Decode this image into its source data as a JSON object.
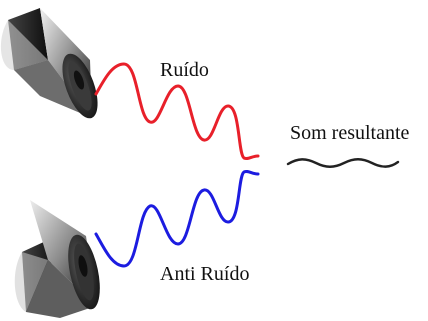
{
  "labels": {
    "noise": "Ruído",
    "anti_noise": "Anti Ruído",
    "result": "Som resultante"
  },
  "colors": {
    "noise_wave": "#e8202a",
    "anti_noise_wave": "#1c1ce0",
    "result_wave": "#222222",
    "speaker_dark": "#2a2a2a",
    "speaker_light": "#bdbdbd"
  },
  "icons": {
    "speaker_top": "speaker-icon",
    "speaker_bottom": "speaker-icon"
  }
}
